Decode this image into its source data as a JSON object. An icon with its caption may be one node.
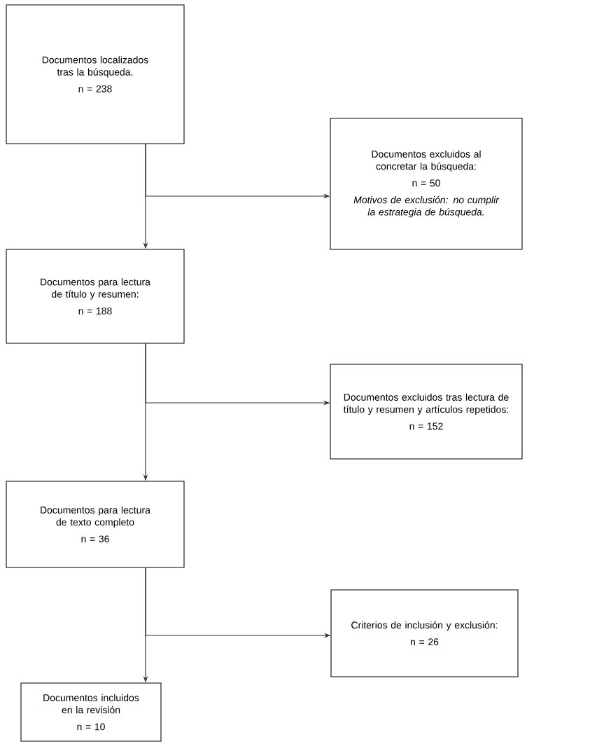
{
  "diagram": {
    "nodes": [
      {
        "text": [
          "Documentos localizados tras la búsqueda.",
          "n = 238"
        ]
      },
      {
        "text": [
          "Documentos excluidos al concretar la búsqueda:",
          "n = 50",
          "Motivos de exclusión: no cumplir la estrategia de búsqueda."
        ]
      },
      {
        "text": [
          "Documentos para lectura de título y resumen:",
          "n = 188"
        ]
      },
      {
        "text": [
          "Documentos excluidos tras lectura de título y resumen y artículos repetidos:",
          "n = 152"
        ]
      },
      {
        "text": [
          "Documentos para lectura de texto completo",
          "n = 36"
        ]
      },
      {
        "text": [
          "Criterios de inclusión y exclusión:",
          "n = 26"
        ]
      },
      {
        "text": [
          "Documentos incluidos en la revisión",
          "n = 10"
        ]
      }
    ],
    "edges": [
      {
        "from": 0,
        "to": 1,
        "arrow": "to"
      },
      {
        "from": 0,
        "to": 2,
        "arrow": "to"
      },
      {
        "from": 2,
        "to": 3,
        "arrow": "to"
      },
      {
        "from": 2,
        "to": 4,
        "arrow": "to"
      },
      {
        "from": 4,
        "to": 5,
        "arrow": "to"
      },
      {
        "from": 4,
        "to": 6,
        "arrow": "to"
      }
    ]
  }
}
